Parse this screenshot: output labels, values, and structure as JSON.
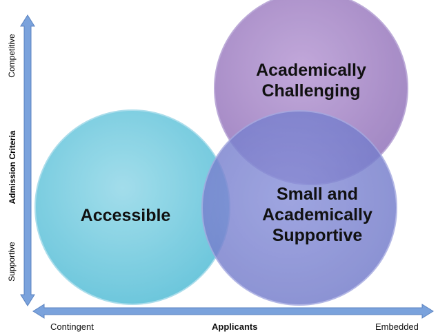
{
  "y_axis": {
    "title": "Admission Criteria",
    "top_label": "Competitive",
    "bottom_label": "Supportive"
  },
  "x_axis": {
    "title": "Applicants",
    "left_label": "Contingent",
    "right_label": "Embedded"
  },
  "circles": {
    "accessible": {
      "label": "Accessible",
      "color": "#7fd0e4"
    },
    "challenging": {
      "line1": "Academically",
      "line2": "Challenging",
      "color": "#a98cc8"
    },
    "supportive": {
      "line1": "Small and",
      "line2": "Academically",
      "line3": "Supportive",
      "color": "#7f86d4"
    }
  },
  "colors": {
    "arrow": "#7aa2dc"
  }
}
